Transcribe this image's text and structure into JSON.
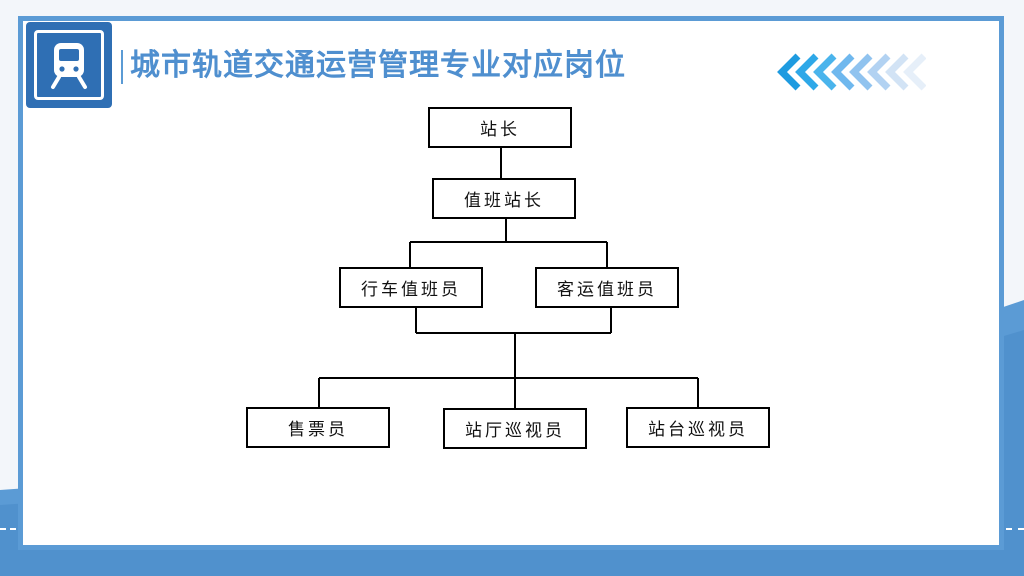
{
  "header": {
    "title": "城市轨道交通运营管理专业对应岗位",
    "logo_icon": "train-icon",
    "decoration_icon": "chevron-arrows-icon"
  },
  "org_chart": {
    "level1": "站长",
    "level2": "值班站长",
    "level3": [
      "行车值班员",
      "客运值班员"
    ],
    "level4": [
      "售票员",
      "站厅巡视员",
      "站台巡视员"
    ]
  },
  "colors": {
    "accent": "#5b9bd5",
    "title": "#4f8fcf",
    "logo_bg": "#2f6fb4",
    "wave": "#5b9bd5"
  }
}
